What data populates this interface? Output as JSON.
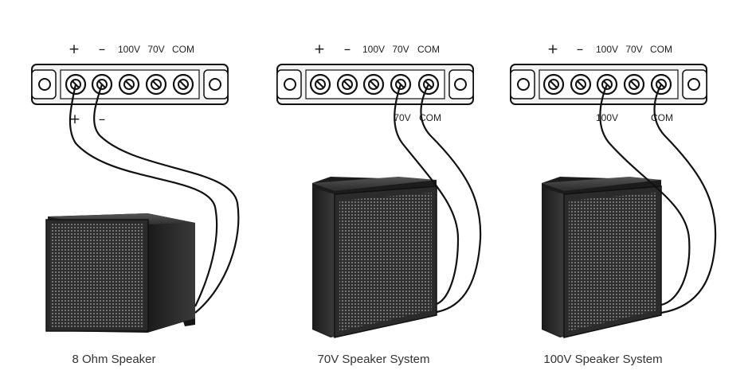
{
  "colors": {
    "terminal_fill": "#f2f2f2",
    "terminal_stroke": "#111111",
    "wire": "#111111",
    "speaker_dark": "#262626",
    "grille": "#4a4a4a",
    "text": "#333333"
  },
  "panels": [
    {
      "id": "8ohm",
      "terminal_labels": [
        "+",
        "–",
        "100V",
        "70V",
        "COM"
      ],
      "wire_labels": [
        "+",
        "–"
      ],
      "caption": "8 Ohm Speaker"
    },
    {
      "id": "70v",
      "terminal_labels": [
        "+",
        "–",
        "100V",
        "70V",
        "COM"
      ],
      "wire_labels": [
        "70V",
        "COM"
      ],
      "caption": "70V Speaker System"
    },
    {
      "id": "100v",
      "terminal_labels": [
        "+",
        "–",
        "100V",
        "70V",
        "COM"
      ],
      "wire_labels": [
        "100V",
        "COM"
      ],
      "caption": "100V Speaker System"
    }
  ]
}
